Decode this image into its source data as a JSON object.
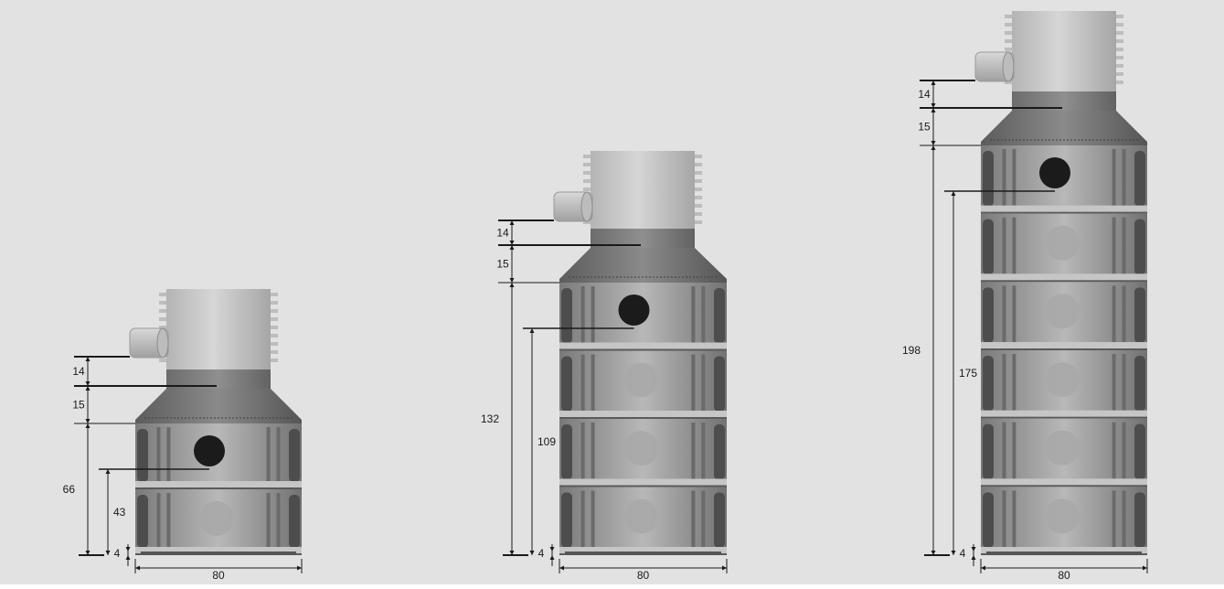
{
  "colors": {
    "background": "#e2e2e2",
    "dimension": "#1a1a1a",
    "tower_light": "#c9c9c9",
    "tower_dark": "#7e7e7e",
    "ring_body": "#9c9c9c",
    "ring_light": "#c6c6c6",
    "ring_dark": "#4d4d4d",
    "inlet_hole": "#1b1b1b",
    "inner_circle": "#a9a9a9"
  },
  "units": [
    {
      "id": "small",
      "ring_count": 2,
      "dims": {
        "pipe_gap": "14",
        "cone_height": "15",
        "ring_stack_height": "66",
        "inlet_height": "43",
        "base_height": "4",
        "width": "80"
      }
    },
    {
      "id": "medium",
      "ring_count": 4,
      "dims": {
        "pipe_gap": "14",
        "cone_height": "15",
        "ring_stack_height": "132",
        "inlet_height": "109",
        "base_height": "4",
        "width": "80"
      }
    },
    {
      "id": "large",
      "ring_count": 6,
      "dims": {
        "pipe_gap": "14",
        "cone_height": "15",
        "ring_stack_height": "198",
        "inlet_height": "175",
        "base_height": "4",
        "width": "80"
      }
    }
  ]
}
